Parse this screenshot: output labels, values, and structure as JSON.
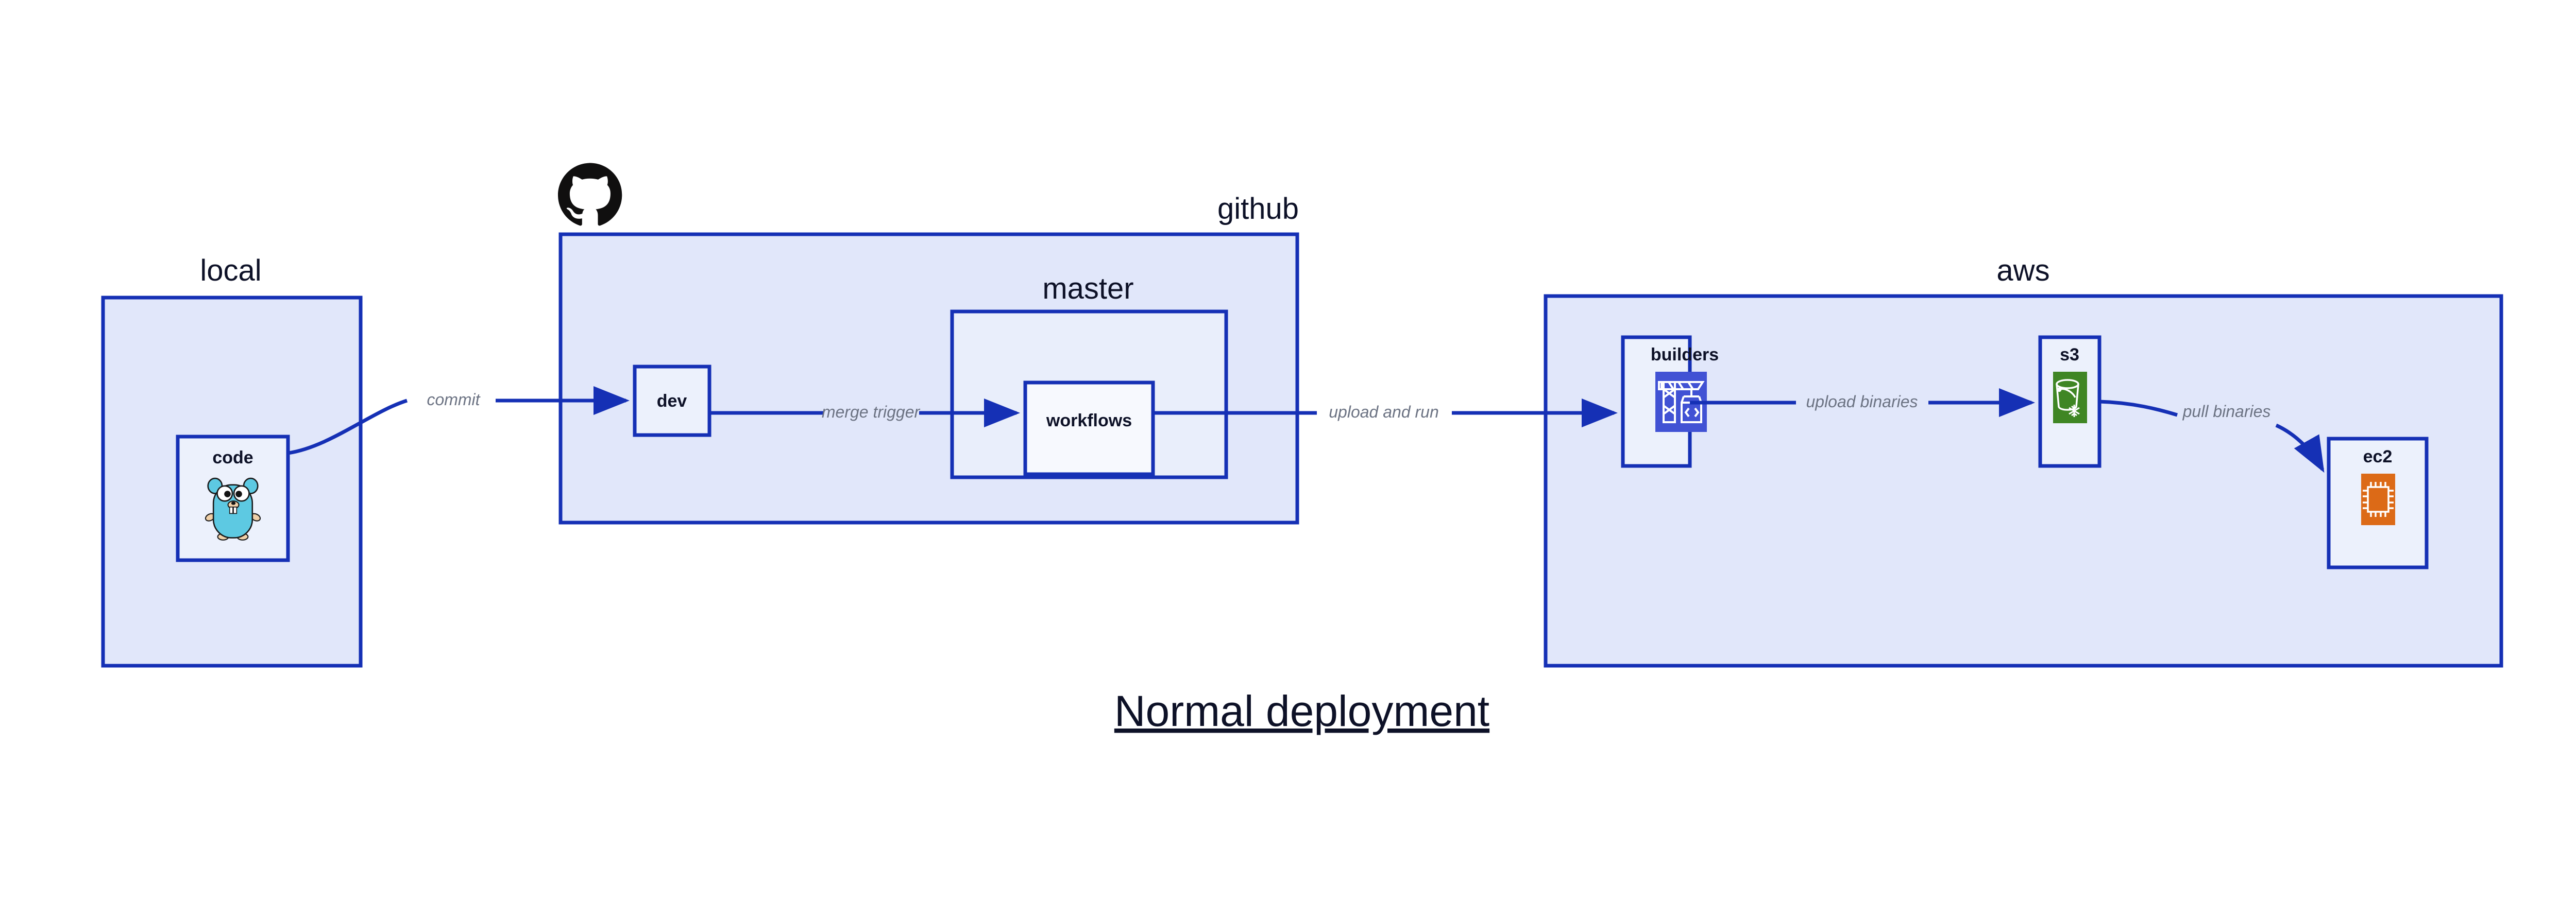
{
  "diagram": {
    "title": "Normal deployment",
    "accent_color": "#1530b5",
    "container_fill": "#e1e7fa",
    "node_fill": "#ecf1fc",
    "label_color": "#6c7383",
    "text_color": "#0d1127"
  },
  "containers": {
    "local": {
      "label": "local",
      "nodes": {
        "code": {
          "label": "code",
          "icon": "go-gopher-icon"
        }
      }
    },
    "github": {
      "label": "github",
      "icon": "github-octocat-icon",
      "nodes": {
        "dev": {
          "label": "dev"
        }
      },
      "subcontainers": {
        "master": {
          "label": "master",
          "nodes": {
            "workflows": {
              "label": "workflows"
            }
          }
        }
      }
    },
    "aws": {
      "label": "aws",
      "nodes": {
        "builders": {
          "label": "builders",
          "icon": "crane-code-icon",
          "icon_color": "#4152d4"
        },
        "s3": {
          "label": "s3",
          "icon": "s3-bucket-icon",
          "icon_color": "#3f8624"
        },
        "ec2": {
          "label": "ec2",
          "icon": "cpu-chip-icon",
          "icon_color": "#dc6a17"
        }
      }
    }
  },
  "edges": [
    {
      "id": "commit",
      "label": "commit",
      "from": "code",
      "to": "dev"
    },
    {
      "id": "merge-trigger",
      "label": "merge trigger",
      "from": "dev",
      "to": "workflows"
    },
    {
      "id": "upload-and-run",
      "label": "upload and run",
      "from": "workflows",
      "to": "builders"
    },
    {
      "id": "upload-binaries",
      "label": "upload binaries",
      "from": "builders",
      "to": "s3"
    },
    {
      "id": "pull-binaries",
      "label": "pull binaries",
      "from": "s3",
      "to": "ec2"
    }
  ]
}
